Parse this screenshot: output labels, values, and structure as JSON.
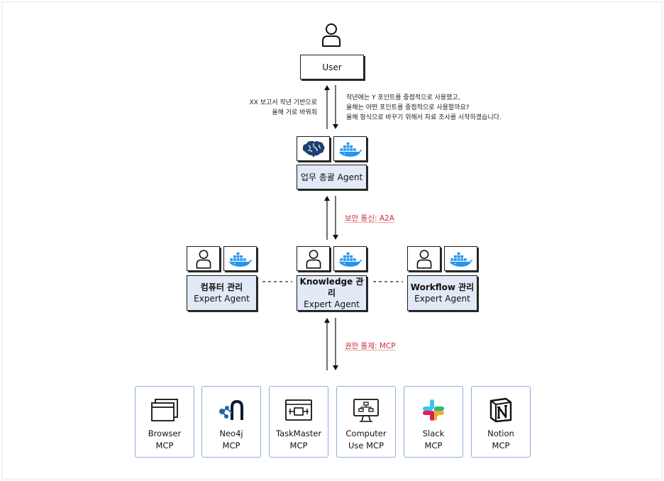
{
  "user": {
    "label": "User"
  },
  "request": {
    "line1": "XX 보고서 작년 기반으로",
    "line2": "올해 거로 바꿔줘"
  },
  "response": {
    "line1": "작년에는 Y 포인트를 중점적으로 사용했고,",
    "line2": "올해는 어떤 포인트를 중점적으로 사용할까요?",
    "line3": "올해 형식으로 바꾸기 위해서 자료 조사를 시작하겠습니다."
  },
  "orchestrator": {
    "label": "업무 총괄 Agent"
  },
  "a2a_label": "보안 통신: A2A",
  "experts": [
    {
      "name": "컴퓨터 관리",
      "role": "Expert Agent"
    },
    {
      "name": "Knowledge 관리",
      "role": "Expert Agent"
    },
    {
      "name": "Workflow 관리",
      "role": "Expert Agent"
    }
  ],
  "mcp_label": "권한 통제: MCP",
  "tools": [
    {
      "line1": "Browser",
      "line2": "MCP",
      "icon": "browser-windows-icon"
    },
    {
      "line1": "Neo4j",
      "line2": "MCP",
      "icon": "neo4j-icon"
    },
    {
      "line1": "TaskMaster",
      "line2": "MCP",
      "icon": "taskmaster-icon"
    },
    {
      "line1": "Computer",
      "line2": "Use MCP",
      "icon": "computer-monitor-icon"
    },
    {
      "line1": "Slack",
      "line2": "MCP",
      "icon": "slack-icon"
    },
    {
      "line1": "Notion",
      "line2": "MCP",
      "icon": "notion-icon"
    }
  ],
  "colors": {
    "agent_fill": "#e1eaf6",
    "tool_border": "#8eaed6",
    "accent_red": "#c8303a",
    "docker_blue": "#2496ed",
    "brain_navy": "#1e3f73"
  }
}
